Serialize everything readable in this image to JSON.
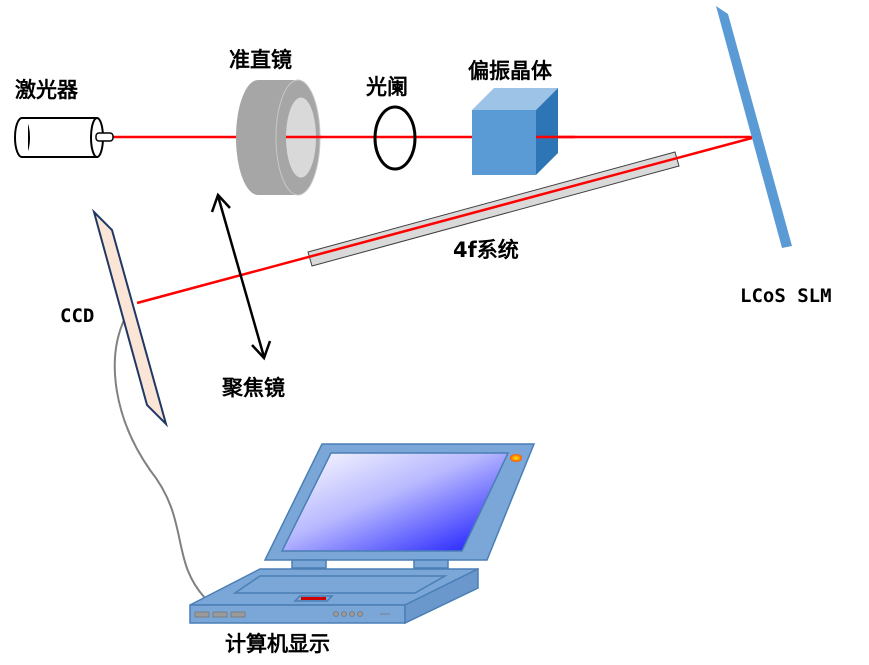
{
  "labels": {
    "laser": "激光器",
    "collimator": "准直镜",
    "aperture": "光阑",
    "polarizer": "偏振晶体",
    "fourf": "4f系统",
    "slm": "LCoS SLM",
    "ccd": "CCD",
    "focus_lens": "聚焦镜",
    "computer": "计算机显示"
  },
  "colors": {
    "beam": "#ff0000",
    "slm": "#5b9bd5",
    "laptop": "#7aa7d8",
    "ccd_fill": "#fbe5d6"
  }
}
